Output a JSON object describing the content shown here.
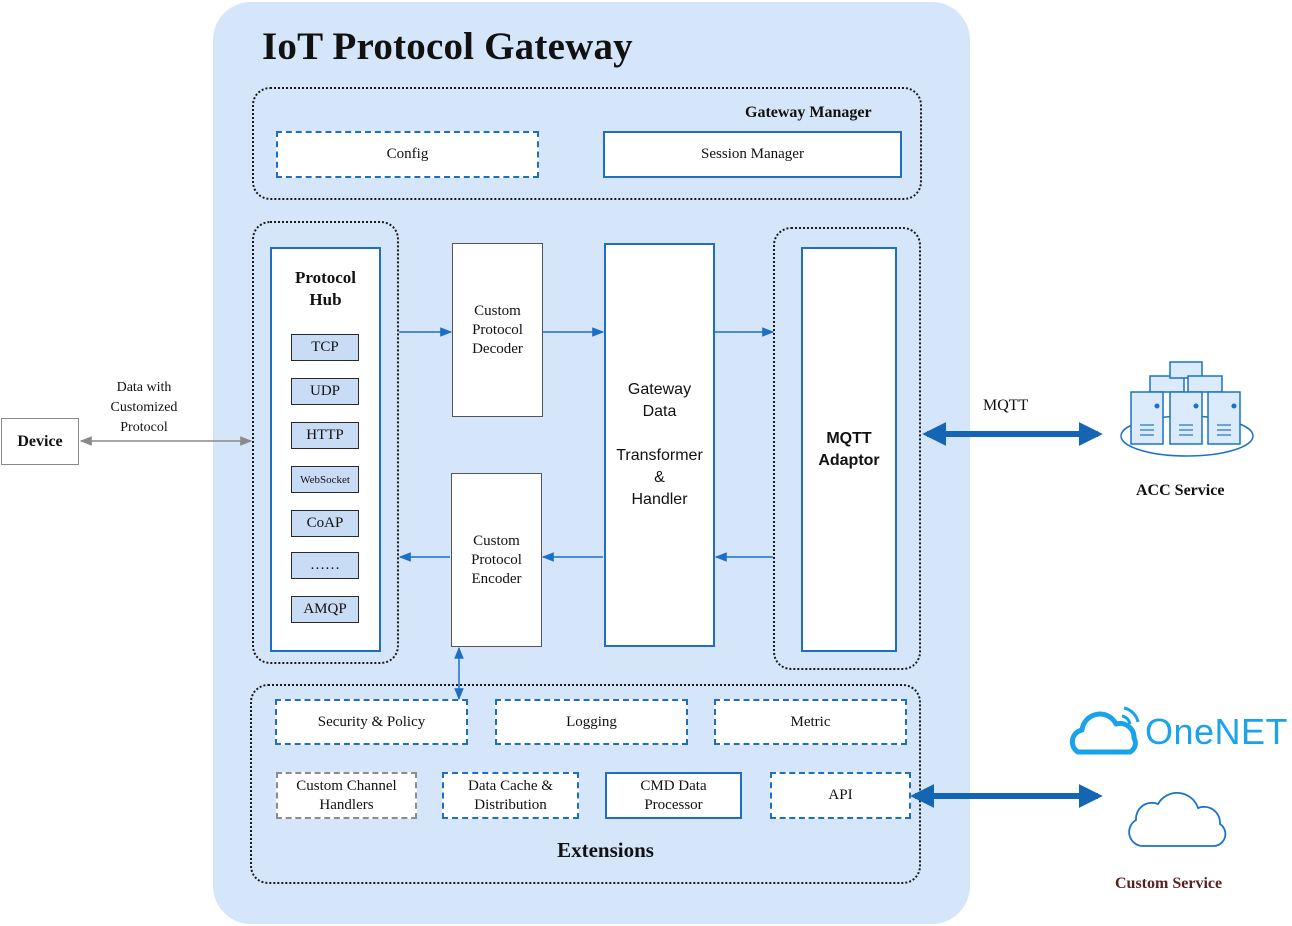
{
  "title": "IoT Protocol Gateway",
  "gateway_manager": {
    "label": "Gateway Manager",
    "config": "Config",
    "session_manager": "Session Manager"
  },
  "protocol_hub": {
    "title_line1": "Protocol",
    "title_line2": "Hub",
    "protocols": [
      "TCP",
      "UDP",
      "HTTP",
      "WebSocket",
      "CoAP",
      "……",
      "AMQP"
    ]
  },
  "decoder": {
    "line1": "Custom",
    "line2": "Protocol",
    "line3": "Decoder"
  },
  "encoder": {
    "line1": "Custom",
    "line2": "Protocol",
    "line3": "Encoder"
  },
  "transformer": {
    "line1": "Gateway",
    "line2": "Data",
    "line3": "Transformer",
    "line4": "&",
    "line5": "Handler"
  },
  "mqtt_adaptor": {
    "line1": "MQTT",
    "line2": "Adaptor"
  },
  "extensions": {
    "label": "Extensions",
    "security_policy": "Security & Policy",
    "logging": "Logging",
    "metric": "Metric",
    "custom_channel_line1": "Custom Channel",
    "custom_channel_line2": "Handlers",
    "data_cache_line1": "Data Cache &",
    "data_cache_line2": "Distribution",
    "cmd_line1": "CMD Data",
    "cmd_line2": "Processor",
    "api": "API"
  },
  "device": {
    "label": "Device",
    "link_line1": "Data with",
    "link_line2": "Customized",
    "link_line3": "Protocol"
  },
  "acc": {
    "link_label": "MQTT",
    "label": "ACC Service"
  },
  "onenet": {
    "logo_text": "OneNET"
  },
  "custom_service": {
    "label": "Custom Service"
  },
  "colors": {
    "gateway_bg": "#d6e6fa",
    "accent_blue": "#1e6fc4",
    "hub_item_fill": "#c9dcf5",
    "custom_service_text": "#5a1f1f",
    "onenet_blue": "#1aa3e8"
  },
  "icons": [
    "server-cluster-icon",
    "cloud-icon",
    "onenet-cloud-logo-icon"
  ]
}
